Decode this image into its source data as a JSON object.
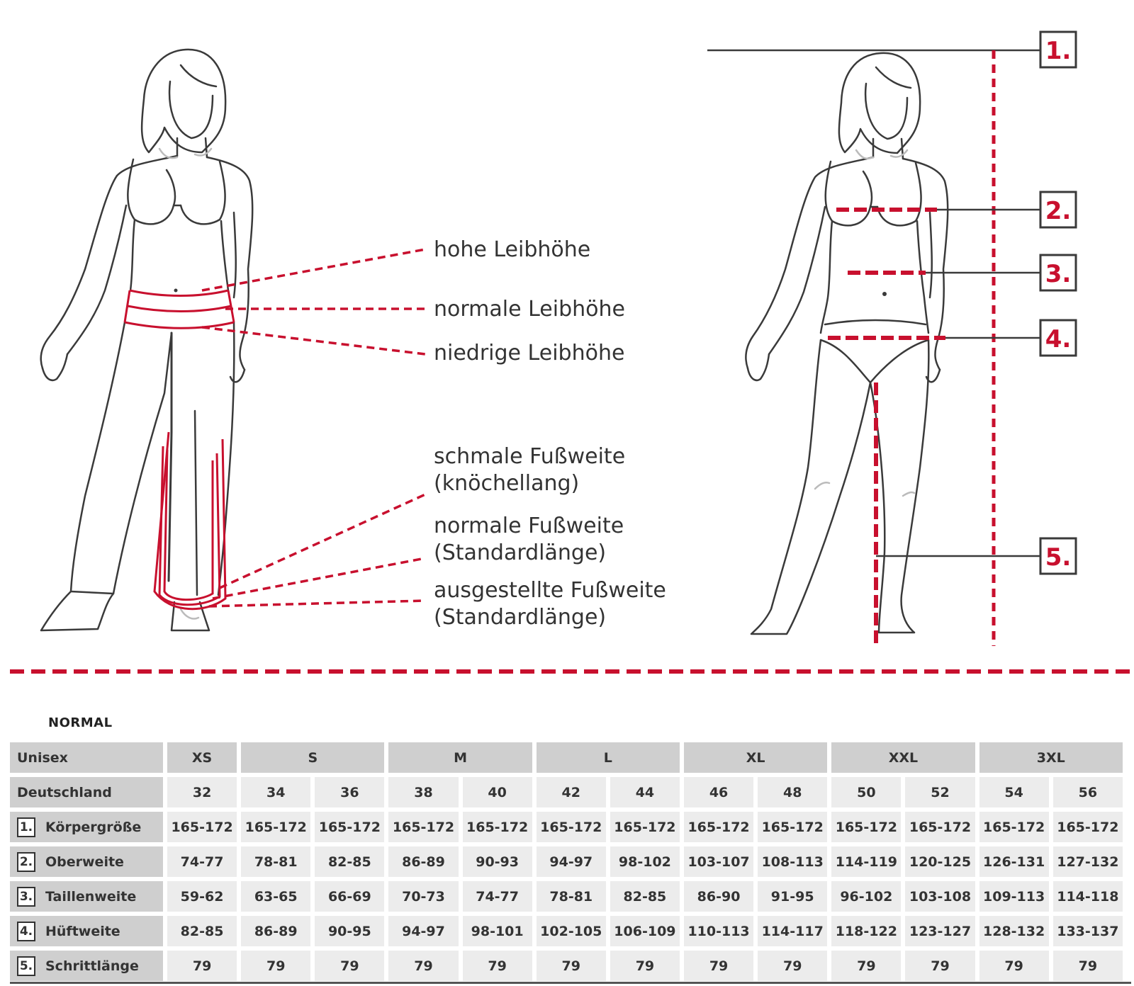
{
  "rise_labels": [
    "hohe Leibhöhe",
    "normale Leibhöhe",
    "niedrige Leibhöhe"
  ],
  "leg_labels": [
    [
      "schmale Fußweite",
      "(knöchellang)"
    ],
    [
      "normale Fußweite",
      "(Standardlänge)"
    ],
    [
      "ausgestellte Fußweite",
      "(Standardlänge)"
    ]
  ],
  "measure_numbers": [
    "1.",
    "2.",
    "3.",
    "4.",
    "5."
  ],
  "colors": {
    "accent": "#c8102e",
    "outline": "#3a3a3a",
    "header_bg": "#cfcfcf",
    "cell_bg": "#ececec"
  },
  "table": {
    "heading": "NORMAL",
    "group_label": "Unisex",
    "groups": [
      {
        "label": "XS",
        "span": 1
      },
      {
        "label": "S",
        "span": 2
      },
      {
        "label": "M",
        "span": 2
      },
      {
        "label": "L",
        "span": 2
      },
      {
        "label": "XL",
        "span": 2
      },
      {
        "label": "XXL",
        "span": 2
      },
      {
        "label": "3XL",
        "span": 2
      }
    ],
    "de_label": "Deutschland",
    "de_sizes": [
      "32",
      "34",
      "36",
      "38",
      "40",
      "42",
      "44",
      "46",
      "48",
      "50",
      "52",
      "54",
      "56"
    ],
    "rows": [
      {
        "num": "1.",
        "label": "Körpergröße",
        "values": [
          "165-172",
          "165-172",
          "165-172",
          "165-172",
          "165-172",
          "165-172",
          "165-172",
          "165-172",
          "165-172",
          "165-172",
          "165-172",
          "165-172",
          "165-172"
        ]
      },
      {
        "num": "2.",
        "label": "Oberweite",
        "values": [
          "74-77",
          "78-81",
          "82-85",
          "86-89",
          "90-93",
          "94-97",
          "98-102",
          "103-107",
          "108-113",
          "114-119",
          "120-125",
          "126-131",
          "127-132"
        ]
      },
      {
        "num": "3.",
        "label": "Taillenweite",
        "values": [
          "59-62",
          "63-65",
          "66-69",
          "70-73",
          "74-77",
          "78-81",
          "82-85",
          "86-90",
          "91-95",
          "96-102",
          "103-108",
          "109-113",
          "114-118"
        ]
      },
      {
        "num": "4.",
        "label": "Hüftweite",
        "values": [
          "82-85",
          "86-89",
          "90-95",
          "94-97",
          "98-101",
          "102-105",
          "106-109",
          "110-113",
          "114-117",
          "118-122",
          "123-127",
          "128-132",
          "133-137"
        ]
      },
      {
        "num": "5.",
        "label": "Schrittlänge",
        "values": [
          "79",
          "79",
          "79",
          "79",
          "79",
          "79",
          "79",
          "79",
          "79",
          "79",
          "79",
          "79",
          "79"
        ]
      }
    ]
  }
}
